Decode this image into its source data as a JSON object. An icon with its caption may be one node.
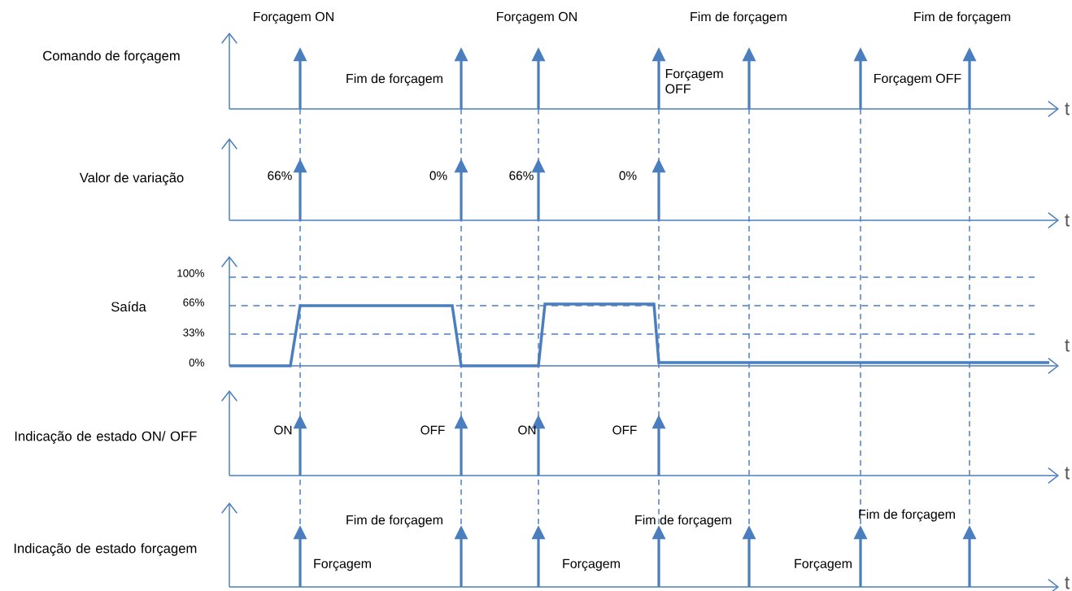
{
  "diagram": {
    "labels": [
      "Forçagem ON",
      "Forçagem ON",
      "Fim de forçagem",
      "Fim de forçagem",
      "Comando de forçagem",
      "Fim de forçagem",
      "Forçagem OFF",
      "Forçagem OFF",
      "t",
      "Valor de variação",
      "66%",
      "0%",
      "66%",
      "0%",
      "t",
      "100%",
      "66%",
      "Saída",
      "33%",
      "t",
      "0%",
      "Indicação de estado ON/ OFF",
      "ON",
      "OFF",
      "ON",
      "OFF",
      "t",
      "Fim de forçagem",
      "Fim de forçagem",
      "Fim de forçagem",
      "Indicação de estado forçagem",
      "Forçagem",
      "Forçagem",
      "Forçagem",
      "t"
    ]
  }
}
